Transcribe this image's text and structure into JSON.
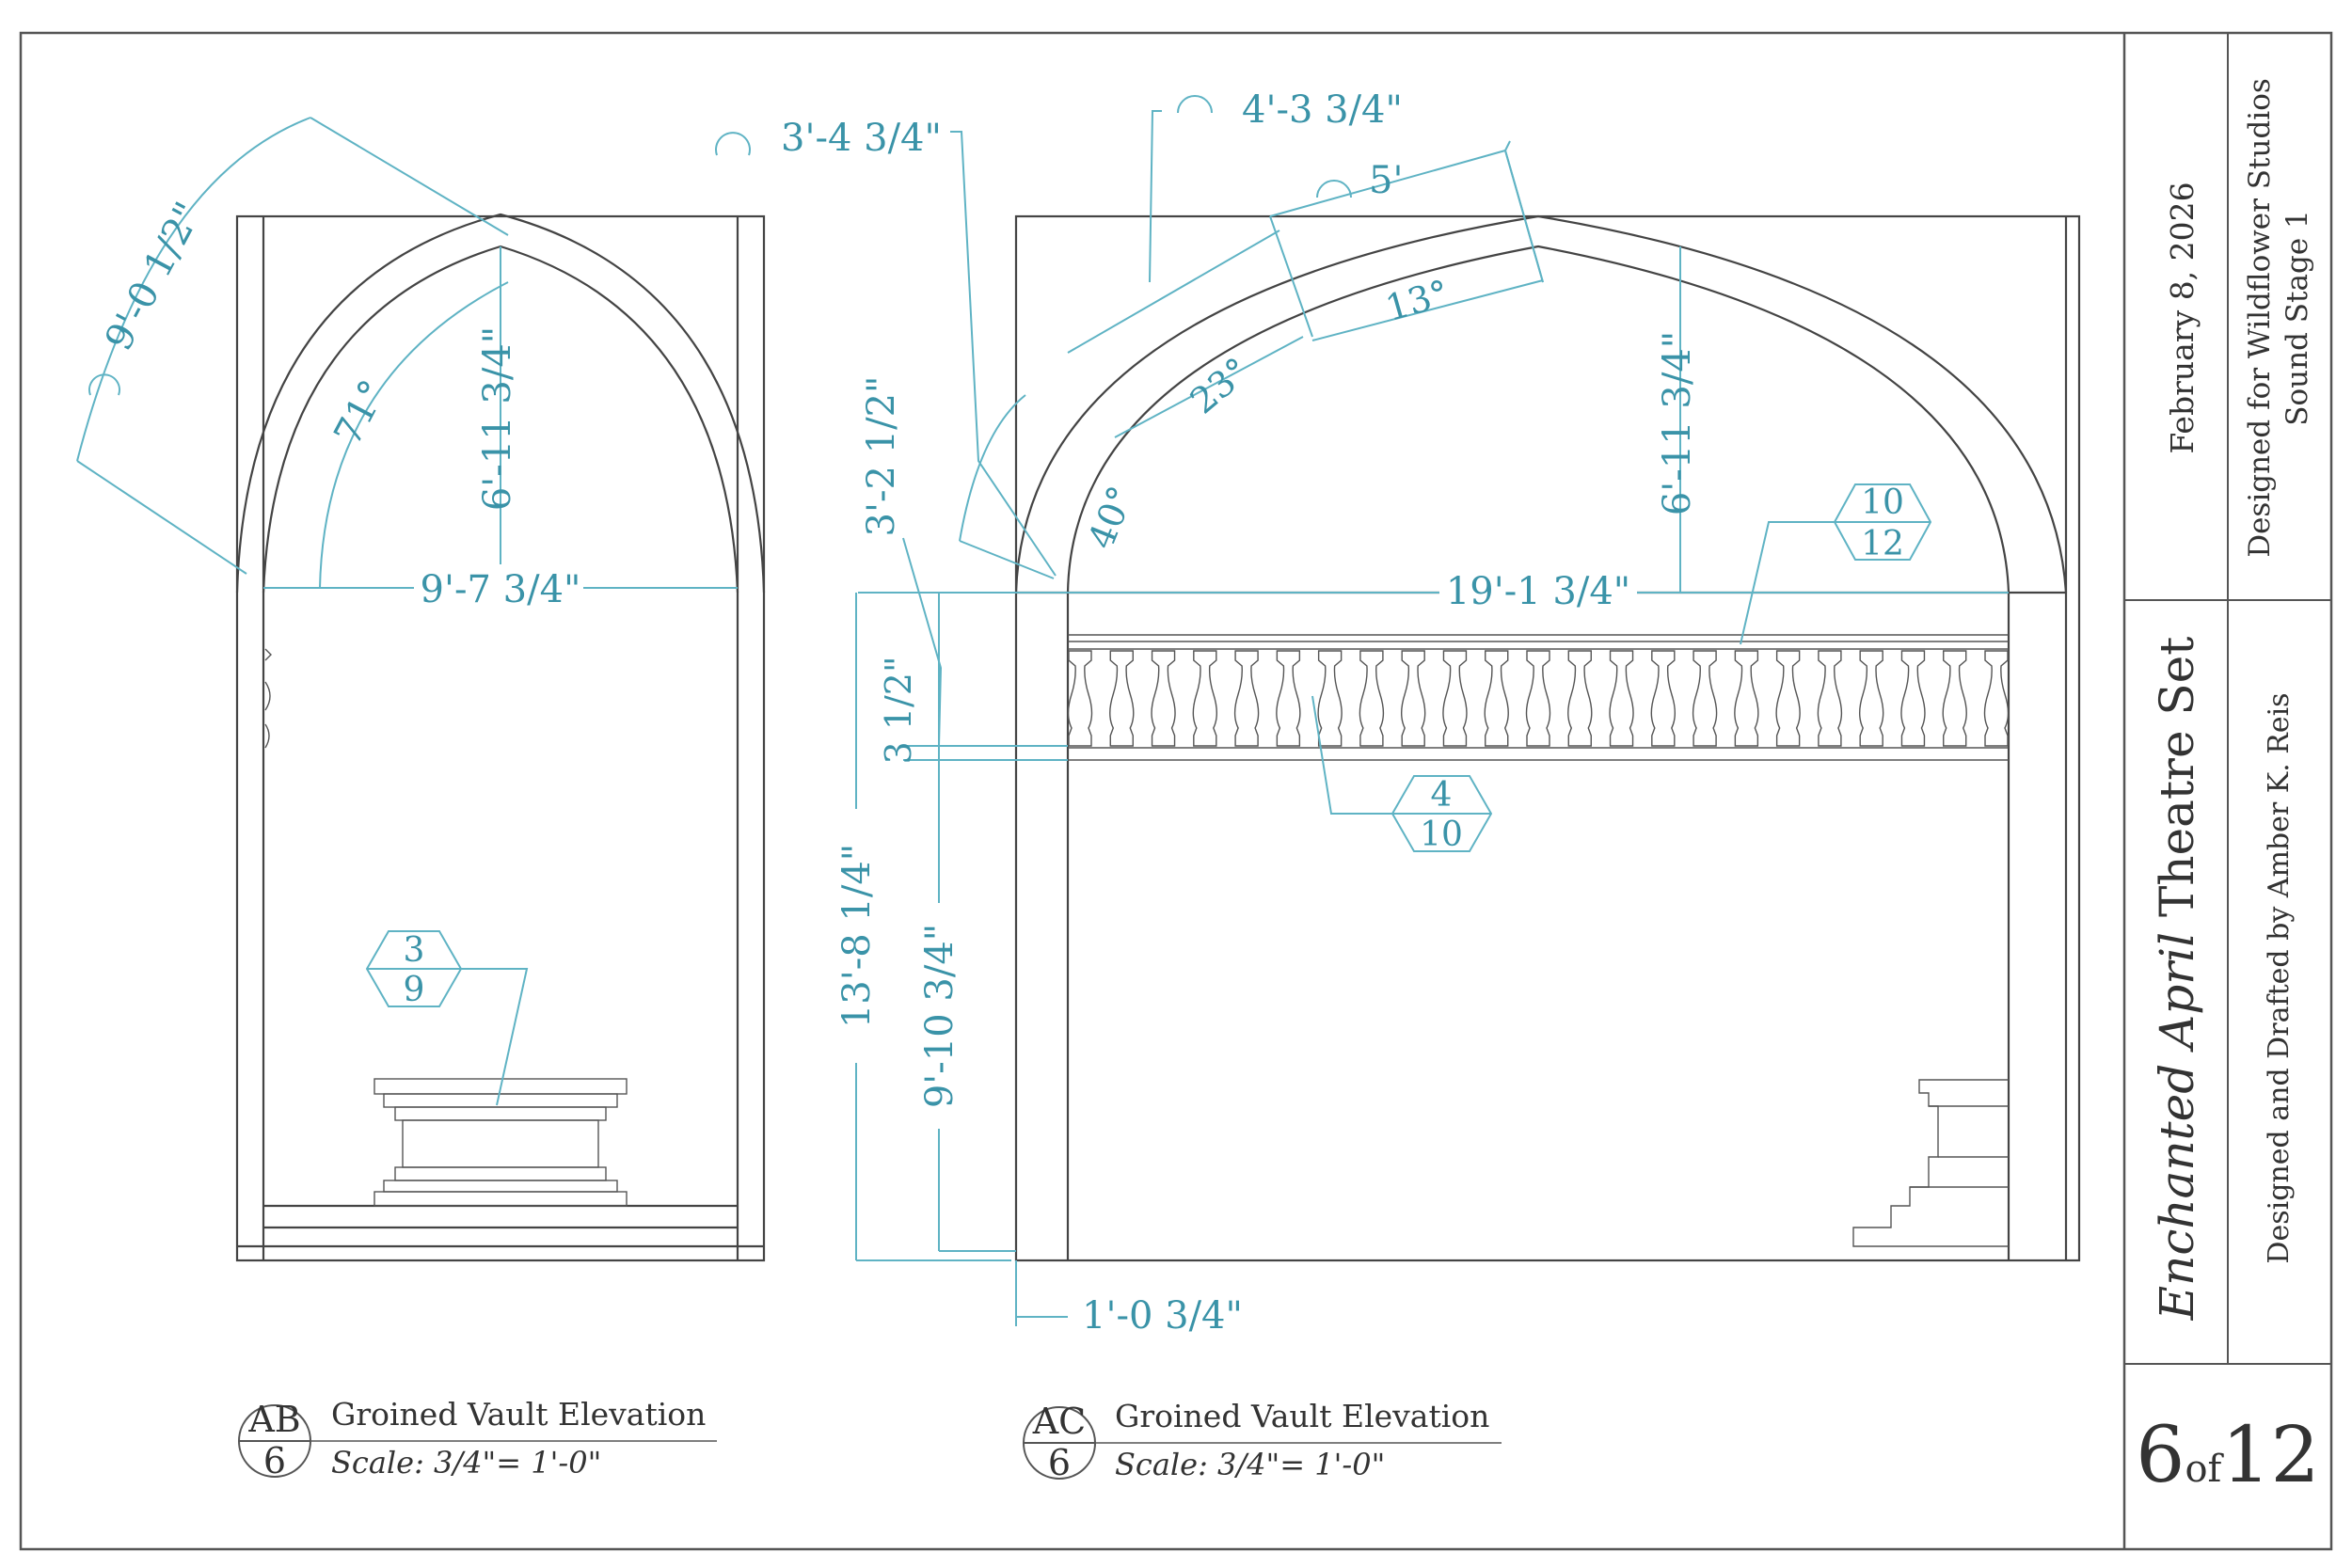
{
  "colors": {
    "dimension": "#3a93a8",
    "dimension_line": "#5fb3c4",
    "outline": "#444444",
    "text": "#333333",
    "background": "#ffffff"
  },
  "title_block": {
    "date": "February 8, 2026",
    "studio": "Designed for Wildflower Studios",
    "stage": "Sound Stage 1",
    "title_italic": "Enchanted April",
    "title_rest": " Theatre Set",
    "designer": "Designed and Drafted by Amber K. Reis",
    "sheet_num": "6",
    "sheet_of": "of",
    "sheet_total": "12"
  },
  "views": {
    "ab": {
      "id": "AB",
      "sheet": "6",
      "title": "Groined Vault Elevation",
      "scale": "Scale:  3/4\"= 1'-0\"",
      "dims": {
        "arc": "9'-0 1/2\"",
        "angle": "71°",
        "rise": "6'-11 3/4\"",
        "span": "9'-7 3/4\""
      },
      "callout": {
        "top": "3",
        "bottom": "9"
      }
    },
    "ac": {
      "id": "AC",
      "sheet": "6",
      "title": "Groined Vault Elevation",
      "scale": "Scale:  3/4\"= 1'-0\"",
      "dims": {
        "arc1": "3'-4 3/4\"",
        "arc2": "4'-3 3/4\"",
        "arc3": "5'",
        "ang1": "40°",
        "ang2": "23°",
        "ang3": "13°",
        "chord": "3'-2 1/2\"",
        "rise": "6'-11 3/4\"",
        "span": "19'-1 3/4\"",
        "rail": "3 1/2\"",
        "total": "13'-8 1/4\"",
        "lower": "9'-10 3/4\"",
        "offset": "1'-0 3/4\""
      },
      "callout_a": {
        "top": "10",
        "bottom": "12"
      },
      "callout_b": {
        "top": "4",
        "bottom": "10"
      }
    }
  }
}
